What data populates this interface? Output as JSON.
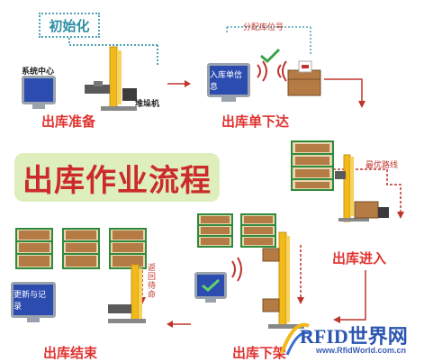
{
  "init_label": "初始化",
  "main_title": "出库作业流程",
  "steps": [
    "出库准备",
    "出库单下达",
    "出库进入",
    "出库下架",
    "出库结束"
  ],
  "labels": {
    "system_center": "系统中心",
    "stacker": "堆垛机",
    "assign_slot": "分配库位号",
    "inbound_info": "入库单信息",
    "best_route": "最优路线",
    "return_standby": "返回待命",
    "update_record": "更新与记录"
  },
  "logo": {
    "main": "RFID世界网",
    "sub": "www.RfidWorld.com.cn"
  },
  "colors": {
    "accent_red": "#e0322f",
    "title_bg": "#dfeebd",
    "monitor_blue": "#2c4cb0",
    "stacker_yellow": "#f1b91a",
    "shelf_brown": "#b47b44",
    "shelf_green": "#2f8a3a",
    "dotted_teal": "#4fa3b3"
  },
  "icons": [
    "monitor-icon",
    "stacker-crane-icon",
    "shelf-rack-icon",
    "rfid-wave-icon",
    "check-icon",
    "arrow-icon"
  ]
}
